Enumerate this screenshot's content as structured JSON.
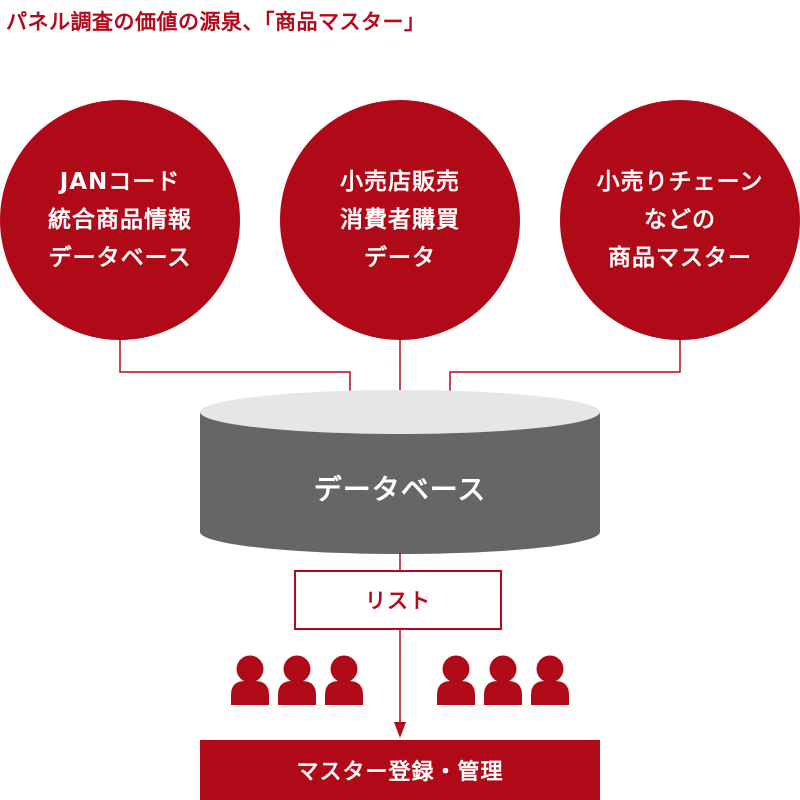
{
  "title": "パネル調査の価値の源泉、「商品マスター」",
  "sources": [
    {
      "lines": [
        "JANコード",
        "統合商品情報",
        "データベース"
      ]
    },
    {
      "lines": [
        "小売店販売",
        "消費者購買",
        "データ"
      ]
    },
    {
      "lines": [
        "小売りチェーン",
        "などの",
        "商品マスター"
      ]
    }
  ],
  "database_label": "データベース",
  "list_label": "リスト",
  "bottom_label": "マスター登録・管理",
  "icons": {
    "people": "person-icon"
  },
  "colors": {
    "accent": "#b00a19",
    "database": "#666666",
    "database_top": "#e6e6e6"
  }
}
